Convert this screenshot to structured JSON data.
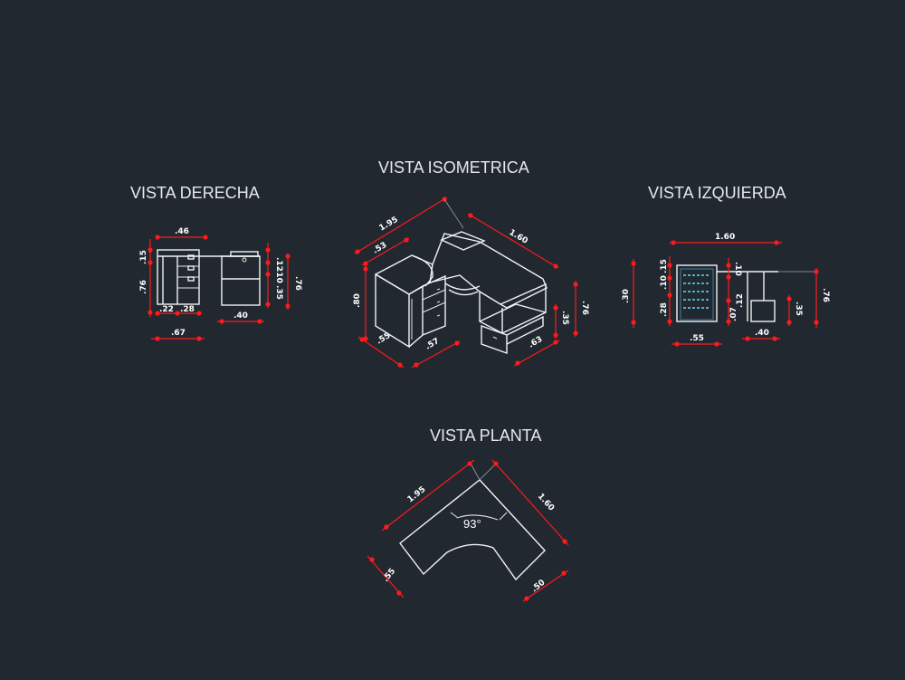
{
  "views": {
    "derecha": {
      "title": "VISTA DERECHA",
      "dims": [
        ".46",
        ".15",
        ".76",
        ".12",
        ".10",
        ".35",
        ".76",
        ".22",
        ".28",
        ".40",
        ".67"
      ]
    },
    "isometrica": {
      "title": "VISTA ISOMETRICA",
      "dims": [
        "1.95",
        ".53",
        ".80",
        "1.60",
        ".76",
        ".35",
        ".55",
        ".57",
        ".63"
      ]
    },
    "izquierda": {
      "title": "VISTA IZQUIERDA",
      "dims": [
        "1.60",
        ".15",
        ".30",
        ".10",
        ".28",
        ".10",
        ".07",
        ".12",
        ".76",
        ".35",
        ".55",
        ".40"
      ]
    },
    "planta": {
      "title": "VISTA PLANTA",
      "dims": [
        "1.95",
        "1.60",
        ".55",
        ".50"
      ],
      "angle": "93°"
    }
  },
  "colors": {
    "background": "#212830",
    "dimension": "#ff1a1a",
    "geometry": "#f2f2f2",
    "title": "#e6e9ec"
  }
}
